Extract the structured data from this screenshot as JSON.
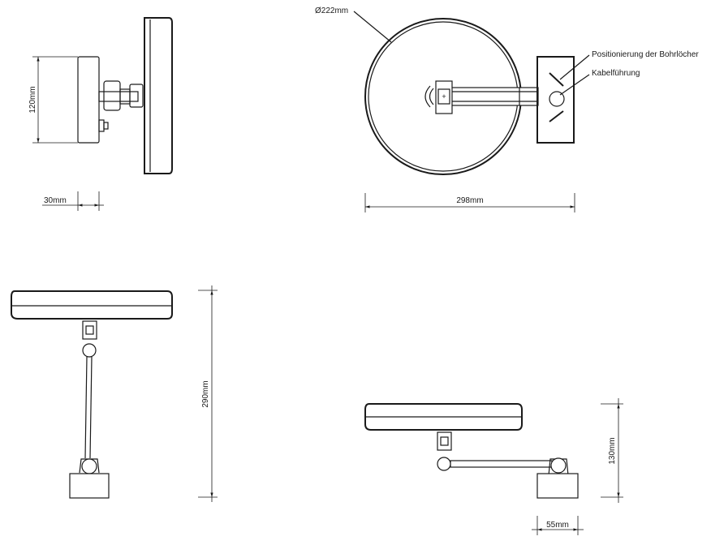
{
  "labels": {
    "diameter": "Ø222mm",
    "positioning": "Positionierung der Bohrlöcher",
    "cable": "Kabelführung",
    "height_side": "120mm",
    "depth_side": "30mm",
    "width_front": "298mm",
    "length_top": "290mm",
    "height_bottom": "130mm",
    "depth_bottom": "55mm",
    "plus": "+"
  }
}
